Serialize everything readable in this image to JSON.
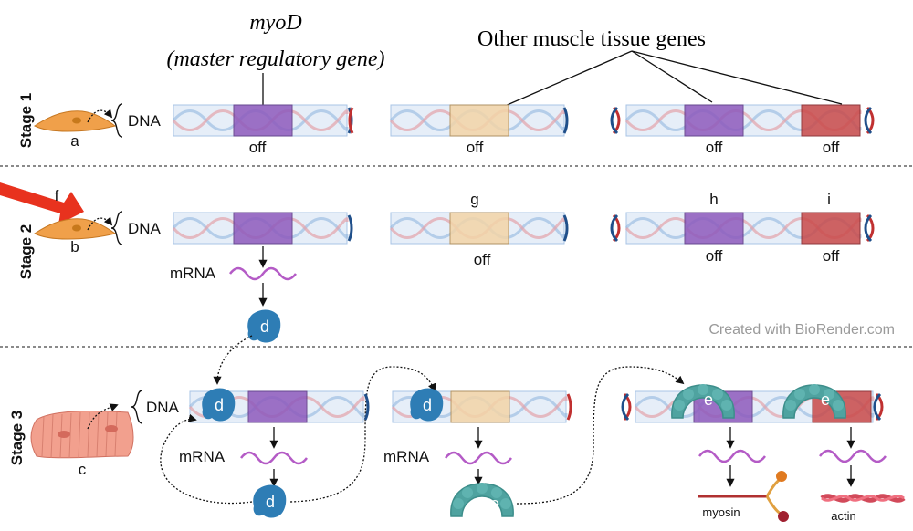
{
  "title": {
    "gene_name": "myoD",
    "gene_desc": "(master regulatory gene)",
    "other_genes": "Other muscle tissue genes"
  },
  "stages": [
    "Stage 1",
    "Stage 2",
    "Stage 3"
  ],
  "labels": {
    "dna": "DNA",
    "mrna": "mRNA",
    "off": "off",
    "a": "a",
    "b": "b",
    "c": "c",
    "d": "d",
    "e": "e",
    "f": "f",
    "g": "g",
    "h": "h",
    "i": "i",
    "myosin": "myosin",
    "actin": "actin"
  },
  "watermark": "Created with BioRender.com",
  "colors": {
    "purple": "#8e5bbd",
    "tan": "#f3d5a8",
    "red": "#c94a4a",
    "protein_d": "#2e7db5",
    "protein_e": "#4fa3a0",
    "mrna": "#b45bc6",
    "arrow_f": "#e8321e",
    "muscle": "#f2a08e"
  }
}
